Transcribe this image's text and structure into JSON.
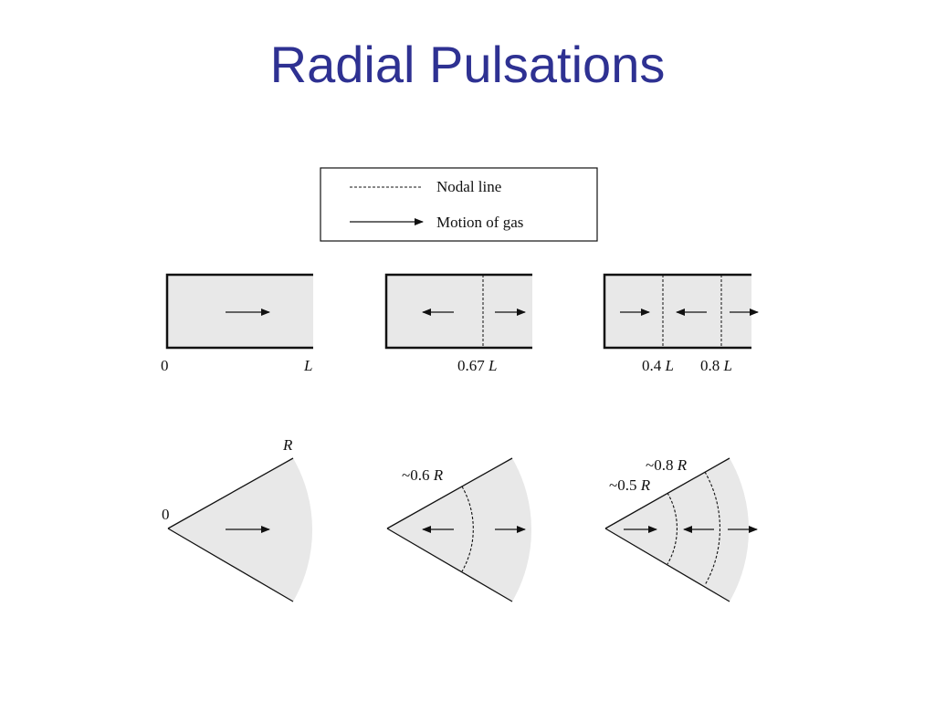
{
  "title": "Radial Pulsations",
  "legend": {
    "nodal_line": "Nodal line",
    "motion_of_gas": "Motion of gas"
  },
  "colors": {
    "title": "#2e3192",
    "fill": "#e8e8e8",
    "ink": "#111111"
  },
  "tubes": [
    {
      "labels": {
        "left": "0",
        "right_num": "",
        "right_var": "L"
      }
    },
    {
      "labels": {
        "node_num": "0.67",
        "node_var": "L"
      }
    },
    {
      "labels": {
        "node1_num": "0.4",
        "node1_var": "L",
        "node2_num": "0.8",
        "node2_var": "L"
      }
    }
  ],
  "wedges": [
    {
      "labels": {
        "origin": "0",
        "radius": "R"
      }
    },
    {
      "labels": {
        "node_num": "~0.6",
        "node_var": "R"
      }
    },
    {
      "labels": {
        "node1_num": "~0.5",
        "node1_var": "R",
        "node2_num": "~0.8",
        "node2_var": "R"
      }
    }
  ]
}
